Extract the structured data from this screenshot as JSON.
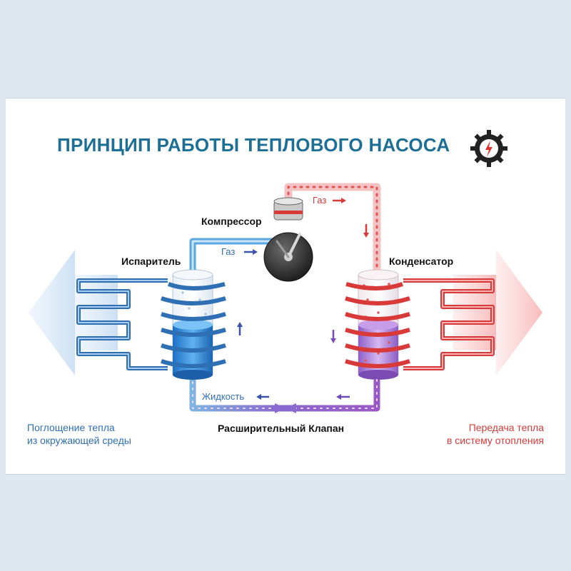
{
  "title": "ПРИНЦИП РАБОТЫ ТЕПЛОВОГО НАСОСА",
  "labels": {
    "compressor": "Компрессор",
    "evaporator": "Испаритель",
    "condenser": "Конденсатор",
    "valve": "Расширительный Клапан"
  },
  "flow": {
    "gas_left": "Газ",
    "gas_top": "Газ",
    "liquid": "Жидкость"
  },
  "sides": {
    "left_line1": "Поглощение тепла",
    "left_line2": "из окружающей среды",
    "right_line1": "Передача тепла",
    "right_line2": "в систему отопления"
  },
  "colors": {
    "title": "#1d6f95",
    "cold": "#2f6fb4",
    "hot": "#d83a3a",
    "mix": "#8a4fc0"
  }
}
